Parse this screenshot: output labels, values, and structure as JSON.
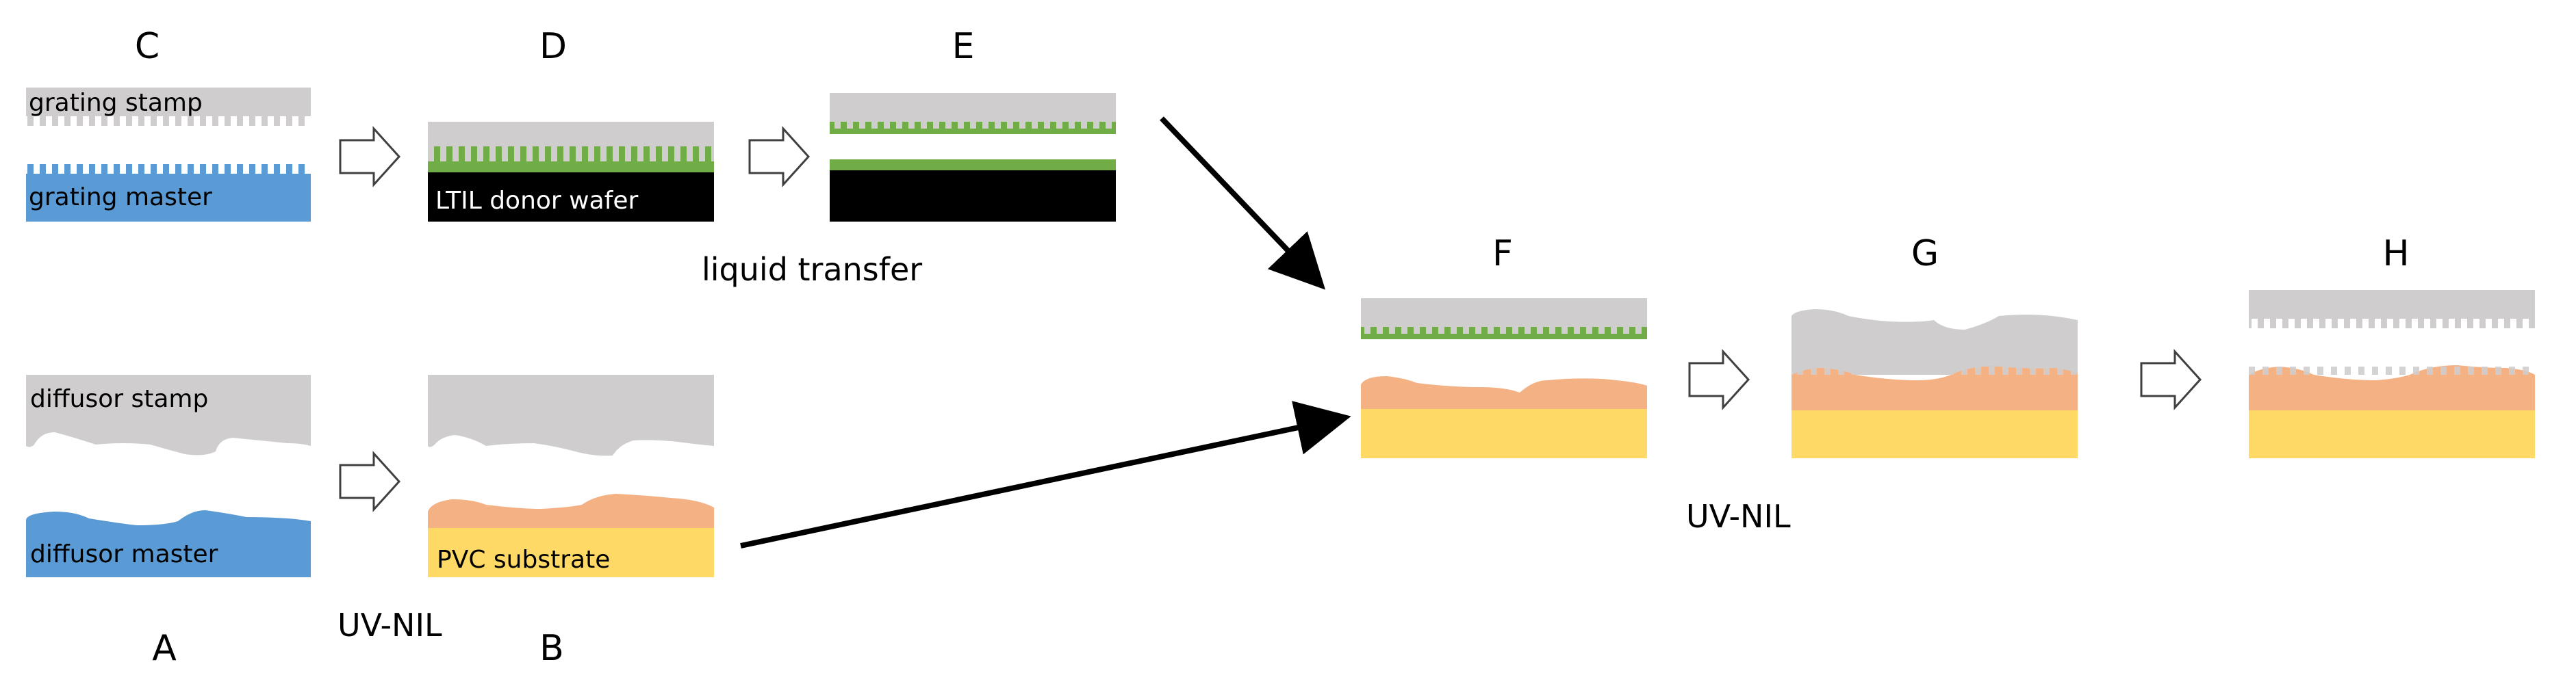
{
  "panels": {
    "A": "A",
    "B": "B",
    "C": "C",
    "D": "D",
    "E": "E",
    "F": "F",
    "G": "G",
    "H": "H"
  },
  "labels": {
    "grating_stamp": "grating stamp",
    "grating_master": "grating master",
    "ltil_donor_wafer": "LTIL donor wafer",
    "liquid_transfer": "liquid transfer",
    "diffusor_stamp": "diffusor stamp",
    "diffusor_master": "diffusor master",
    "pvc_substrate": "PVC substrate",
    "uv_nil_left": "UV-NIL",
    "uv_nil_right": "UV-NIL"
  },
  "colors": {
    "stamp_gray": "#cfcdcd",
    "master_blue": "#5b9bd5",
    "resist_green": "#70ad47",
    "wafer_black": "#000000",
    "resist_orange": "#f4b183",
    "substrate_yellow": "#ffd966",
    "arrow_outline": "#404040"
  }
}
